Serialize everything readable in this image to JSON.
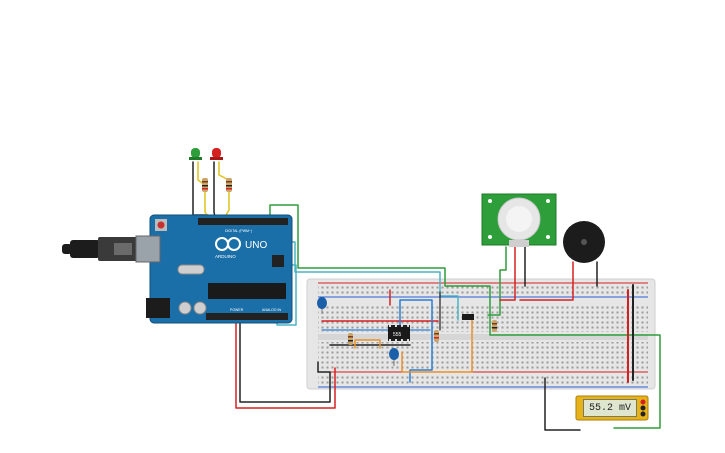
{
  "arduino": {
    "model_label": "UNO",
    "brand_label": "ARDUINO",
    "digital_header_label": "DIGITAL (PWM~)",
    "power_label": "POWER",
    "analog_label": "ANALOG IN"
  },
  "timer_chip": {
    "label": "555"
  },
  "pir_sensor": {
    "icon": "pir-sensor-icon"
  },
  "buzzer": {
    "icon": "piezo-buzzer-icon"
  },
  "leds": [
    {
      "color_name": "green",
      "color": "#2e9e3a"
    },
    {
      "color_name": "red",
      "color": "#d62020"
    }
  ],
  "multimeter": {
    "reading": "55.2 mV"
  },
  "colors": {
    "board": "#1b6fa8",
    "breadboard": "#e8e8e8",
    "wire_red": "#d62020",
    "wire_black": "#222222",
    "wire_green": "#2e9e3a",
    "wire_teal": "#4ab3c4",
    "wire_orange": "#e8902a",
    "wire_blue": "#2a7fd4"
  }
}
